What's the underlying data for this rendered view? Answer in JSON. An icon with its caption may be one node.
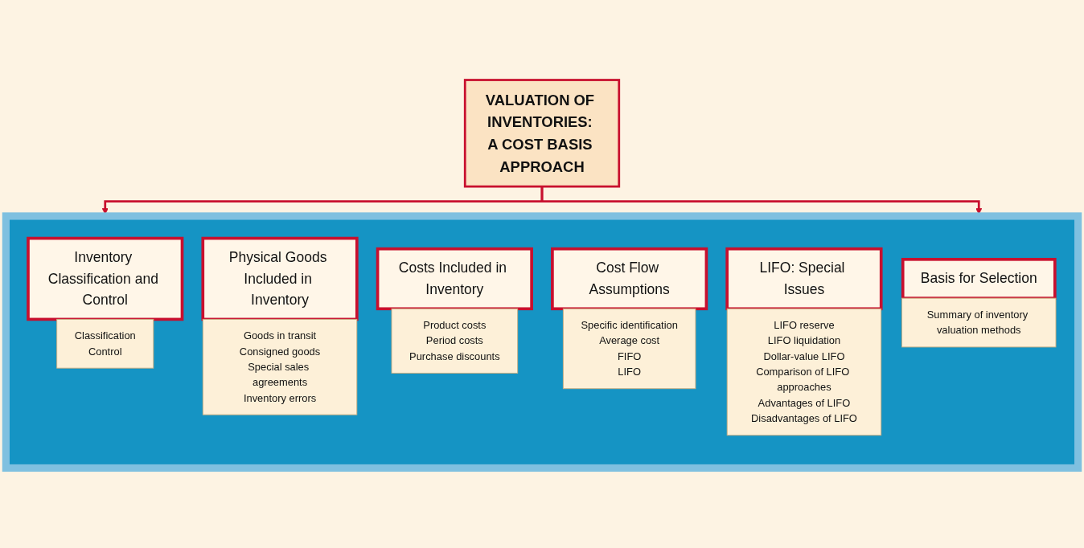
{
  "diagram": {
    "nodes": [
      {
        "text": [
          "VALUATION OF INVENTORIES: A COST BASIS APPROACH"
        ]
      },
      {
        "text": [],
        "shape": "box"
      },
      {
        "text": [
          "Inventory Classification and Control"
        ],
        "in": 1
      },
      {
        "text": [
          "Classification",
          "Control"
        ],
        "in": 1
      },
      {
        "text": [
          "Physical Goods Included in Inventory"
        ],
        "in": 1
      },
      {
        "text": [
          "Goods in transit",
          "Consigned goods",
          "Special sales agreements",
          "Inventory errors"
        ],
        "in": 1
      },
      {
        "text": [
          "Costs Included in Inventory"
        ],
        "in": 1
      },
      {
        "text": [
          "Product costs",
          "Period costs",
          "Purchase discounts"
        ],
        "in": 1
      },
      {
        "text": [
          "Cost Flow Assumptions"
        ],
        "in": 1
      },
      {
        "text": [
          "Specific identification",
          "Average cost",
          "FIFO",
          "LIFO"
        ],
        "in": 1
      },
      {
        "text": [
          "LIFO: Special Issues"
        ],
        "in": 1
      },
      {
        "text": [
          "LIFO reserve",
          "LIFO liquidation",
          "Dollar-value LIFO",
          "Comparison of LIFO approaches",
          "Advantages of LIFO",
          "Disadvantages of LIFO"
        ],
        "in": 1
      },
      {
        "text": [
          "Basis for Selection"
        ],
        "in": 1
      },
      {
        "text": [
          "Summary of inventory valuation methods"
        ],
        "in": 1
      }
    ],
    "edges": [
      {
        "from": 0,
        "to": 1,
        "arrow": "to"
      },
      {
        "from": 0,
        "to": 1,
        "arrow": "to"
      }
    ]
  }
}
